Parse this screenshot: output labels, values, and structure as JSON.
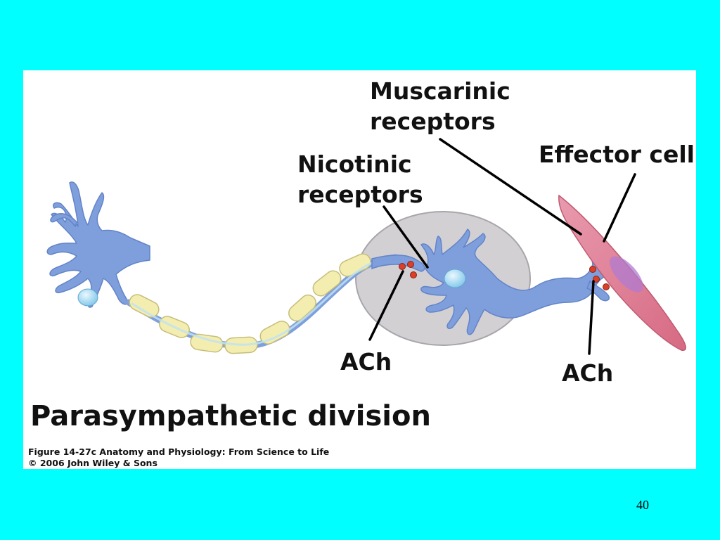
{
  "slide": {
    "page_number": "40"
  },
  "figure": {
    "labels": {
      "muscarinic_line1": "Muscarinic",
      "muscarinic_line2": "receptors",
      "nicotinic_line1": "Nicotinic",
      "nicotinic_line2": "receptors",
      "effector": "Effector cell",
      "ach_left": "ACh",
      "ach_right": "ACh",
      "division": "Parasympathetic division"
    },
    "credit": {
      "line1": "Figure 14-27c  Anatomy and Physiology: From Science to Life",
      "line2": "© 2006 John Wiley & Sons"
    },
    "colors": {
      "slide_background": "#00FFFF",
      "neuron": "#7F9FDC",
      "nucleus": "#BFE6F7",
      "myelin": "#F3EDB0",
      "ganglion": "#D3D0D4",
      "effector": "#E17C92",
      "effector_nucleus": "#B07BD0",
      "ach_molecule": "#D9402A"
    }
  }
}
